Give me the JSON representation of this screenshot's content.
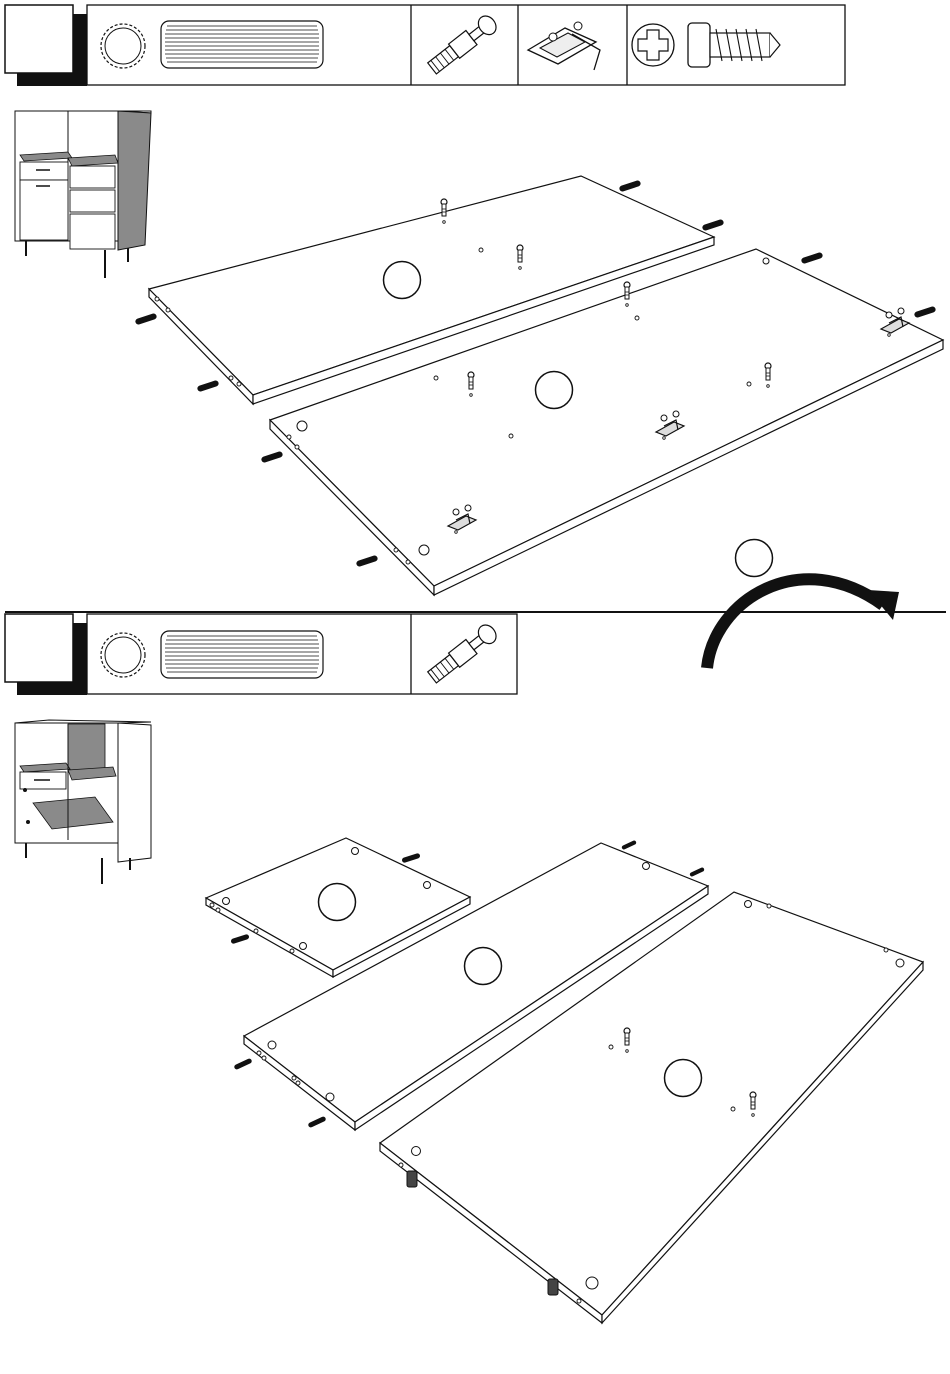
{
  "step_a": {
    "number": "",
    "parts": [
      {
        "name": "dowel",
        "quantity": ""
      },
      {
        "name": "cam-bolt",
        "quantity": ""
      },
      {
        "name": "hinge-plate",
        "quantity": ""
      },
      {
        "name": "euro-screw",
        "quantity": ""
      }
    ],
    "panels": [
      {
        "label": ""
      },
      {
        "label": ""
      }
    ],
    "floating_label": ""
  },
  "step_b": {
    "number": "",
    "parts": [
      {
        "name": "dowel",
        "quantity": ""
      },
      {
        "name": "cam-bolt",
        "quantity": ""
      }
    ],
    "panels": [
      {
        "label": ""
      },
      {
        "label": ""
      },
      {
        "label": ""
      }
    ]
  },
  "colors": {
    "line": "#111111",
    "fill": "#ffffff",
    "shade": "#8a8a8a"
  }
}
